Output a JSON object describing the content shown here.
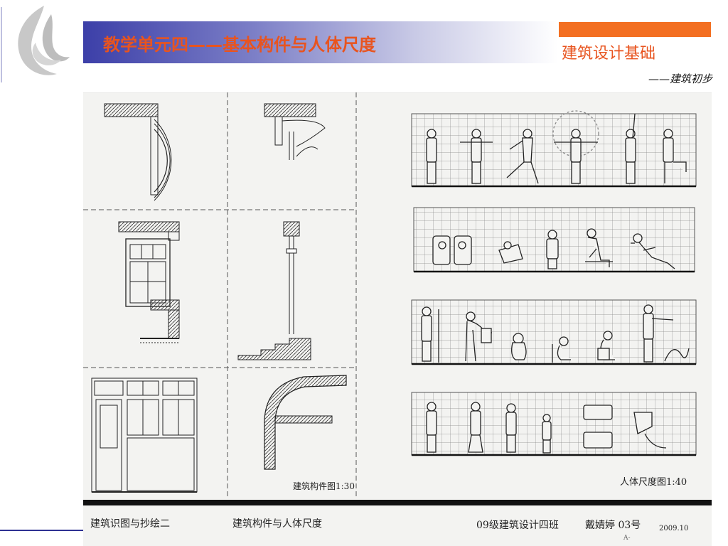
{
  "header": {
    "title": "教学单元四——基本构件与人体尺度",
    "course": "建筑设计基础",
    "subtitle": "——建筑初步"
  },
  "drawing": {
    "left_caption": "建筑构件图1:30",
    "right_caption": "人体尺度图1:40",
    "footer_left": "建筑识图与抄绘二",
    "footer_mid": "建筑构件与人体尺度",
    "footer_class": "09级建筑设计四班",
    "footer_name": "戴婧婷 03号",
    "footer_date": "2009.10",
    "footer_mark": "A-"
  },
  "colors": {
    "accent": "#e8541f",
    "band": "#3c3fa8",
    "orange": "#f36f21"
  },
  "icons": {
    "logo": "flame-g-logo-icon"
  }
}
